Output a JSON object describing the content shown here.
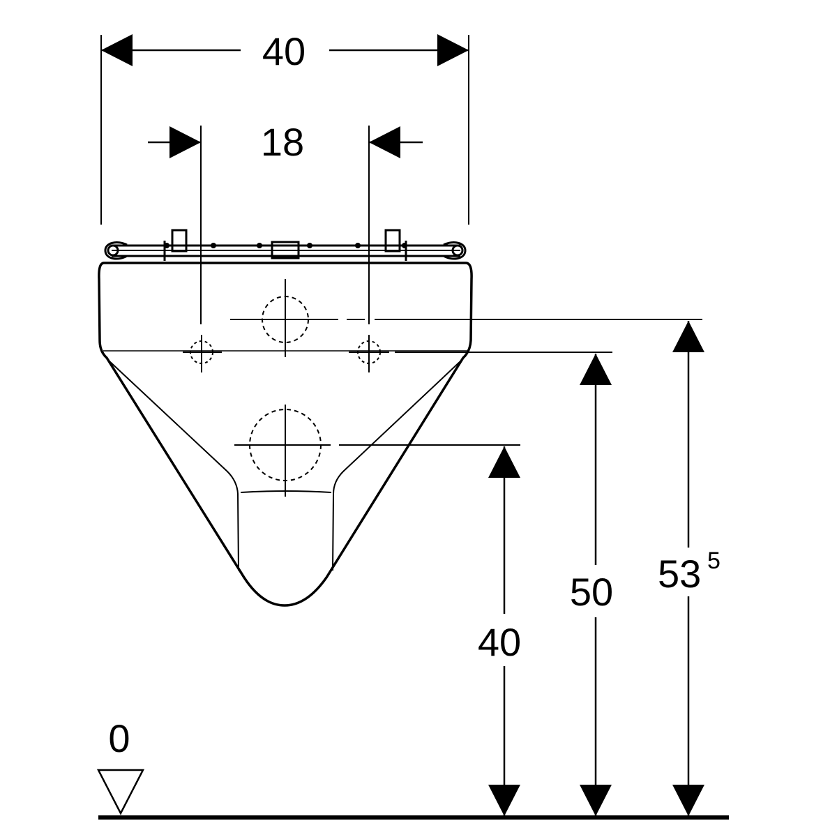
{
  "dimensions": {
    "overall_width": "40",
    "fixing_spacing": "18",
    "height_upper_axis_main": "53",
    "height_upper_axis_sup": "5",
    "height_fixing_axis": "50",
    "height_outlet_axis": "40",
    "floor_level": "0"
  },
  "colors": {
    "line": "#000000",
    "background": "#ffffff"
  }
}
